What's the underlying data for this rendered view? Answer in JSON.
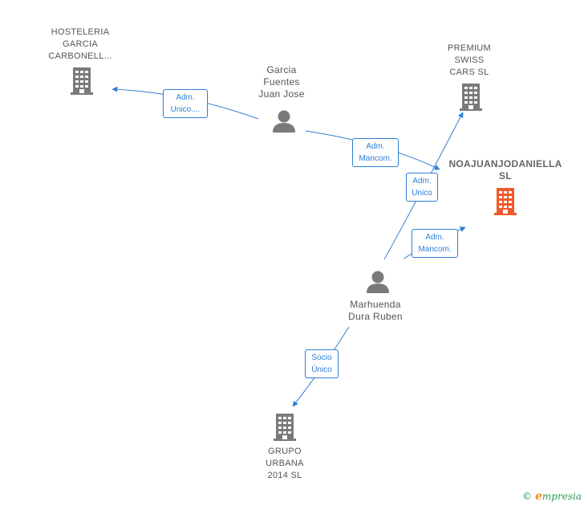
{
  "colors": {
    "edge": "#2e7fd6",
    "company_icon": "#7a7a7a",
    "focus_icon": "#ef5a2b",
    "person_icon": "#7a7a7a"
  },
  "nodes": {
    "hosteleria": {
      "label_lines": [
        "HOSTELERIA",
        "GARCIA",
        "CARBONELL..."
      ],
      "icon": "building-icon"
    },
    "premium": {
      "label_lines": [
        "PREMIUM",
        "SWISS",
        "CARS  SL"
      ],
      "icon": "building-icon"
    },
    "noajuan": {
      "label_lines": [
        "NOAJUANJODANIELLA",
        "SL"
      ],
      "icon": "building-icon"
    },
    "grupo": {
      "label_lines": [
        "GRUPO",
        "URBANA",
        "2014  SL"
      ],
      "icon": "building-icon"
    },
    "garcia": {
      "label_lines": [
        "Garcia",
        "Fuentes",
        "Juan Jose"
      ],
      "icon": "person-icon"
    },
    "marhuenda": {
      "label_lines": [
        "Marhuenda",
        "Dura Ruben"
      ],
      "icon": "person-icon"
    }
  },
  "edges": [
    {
      "from": "garcia",
      "to": "hosteleria",
      "label_lines": [
        "Adm.",
        "Unico,..."
      ]
    },
    {
      "from": "garcia",
      "to": "noajuan",
      "label_lines": [
        "Adm.",
        "Mancom."
      ]
    },
    {
      "from": "marhuenda",
      "to": "premium",
      "label_lines": [
        "Adm.",
        "Unico"
      ]
    },
    {
      "from": "marhuenda",
      "to": "noajuan",
      "label_lines": [
        "Adm.",
        "Mancom."
      ]
    },
    {
      "from": "marhuenda",
      "to": "grupo",
      "label_lines": [
        "Socio",
        "Único"
      ]
    }
  ],
  "brand": {
    "copyright": "©",
    "initial": "e",
    "name": "mpresia"
  }
}
